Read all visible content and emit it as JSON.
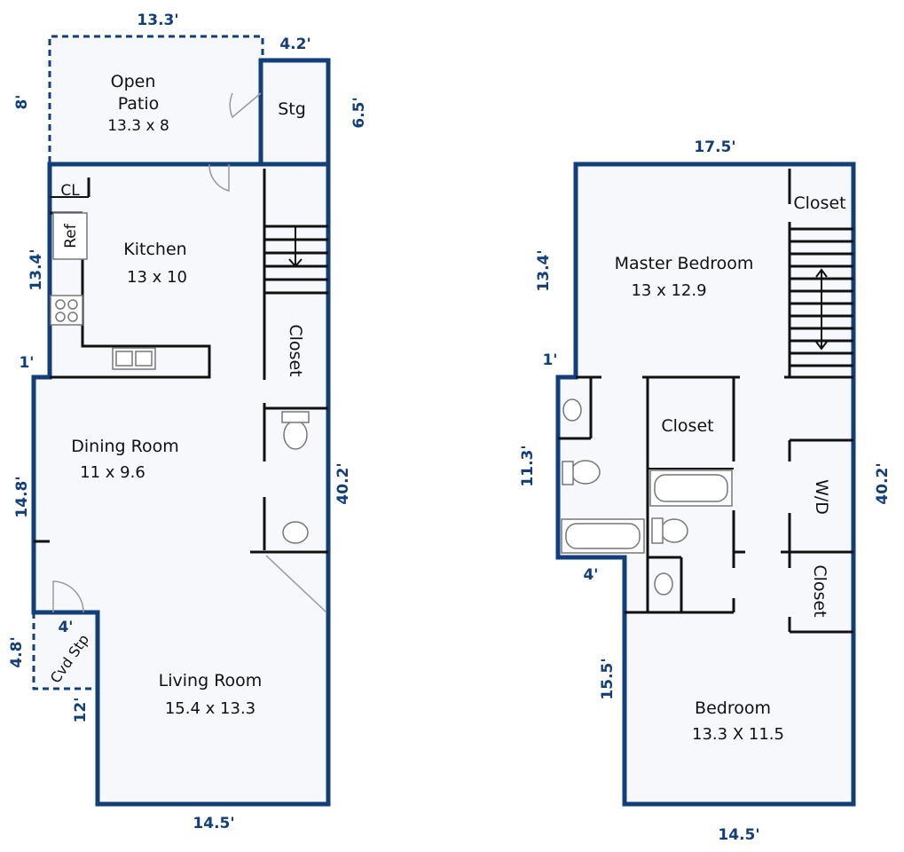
{
  "first_floor": {
    "dims": {
      "patio_top": "13.3'",
      "stg_top": "4.2'",
      "patio_left": "8'",
      "stg_right": "6.5'",
      "kitchen_left": "13.4'",
      "offset_left": "1'",
      "dining_left": "14.8'",
      "overall_right": "40.2'",
      "step_left": "4.8'",
      "step_top": "4'",
      "living_left": "12'",
      "bottom": "14.5'"
    },
    "rooms": {
      "patio_name_1": "Open",
      "patio_name_2": "Patio",
      "patio_size": "13.3 x 8",
      "stg": "Stg",
      "cl": "CL",
      "ref": "Ref",
      "kitchen_name": "Kitchen",
      "kitchen_size": "13 x 10",
      "closet": "Closet",
      "dining_name": "Dining Room",
      "dining_size": "11 x 9.6",
      "step": "Cvd Stp",
      "living_name": "Living Room",
      "living_size": "15.4 x 13.3"
    }
  },
  "second_floor": {
    "dims": {
      "top": "17.5'",
      "master_left": "13.4'",
      "offset_left": "1'",
      "bath_left": "11.3'",
      "overall_right": "40.2'",
      "step": "4'",
      "bedroom_left": "15.5'",
      "bottom": "14.5'"
    },
    "rooms": {
      "closet_top": "Closet",
      "master_name": "Master Bedroom",
      "master_size": "13 x 12.9",
      "closet_mid": "Closet",
      "wd": "W/D",
      "closet_bottom": "Closet",
      "bedroom_name": "Bedroom",
      "bedroom_size": "13.3 X 11.5"
    }
  },
  "colors": {
    "wall": "#123f7a",
    "dimension_text": "#123f7a",
    "floor": "#f6f8fc"
  }
}
